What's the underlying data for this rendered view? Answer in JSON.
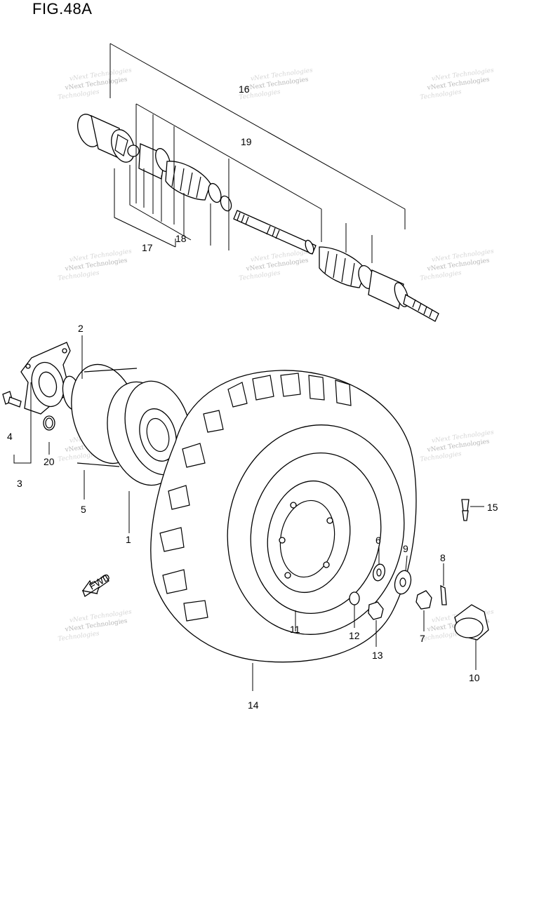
{
  "figure": {
    "title": "FIG.48A"
  },
  "parts": [
    {
      "id": "p1",
      "number": "1"
    },
    {
      "id": "p2",
      "number": "2"
    },
    {
      "id": "p3",
      "number": "3"
    },
    {
      "id": "p4",
      "number": "4"
    },
    {
      "id": "p5",
      "number": "5"
    },
    {
      "id": "p6",
      "number": "6"
    },
    {
      "id": "p7",
      "number": "7"
    },
    {
      "id": "p8",
      "number": "8"
    },
    {
      "id": "p9",
      "number": "9"
    },
    {
      "id": "p10",
      "number": "10"
    },
    {
      "id": "p11",
      "number": "11"
    },
    {
      "id": "p12",
      "number": "12"
    },
    {
      "id": "p13",
      "number": "13"
    },
    {
      "id": "p14",
      "number": "14"
    },
    {
      "id": "p15",
      "number": "15"
    },
    {
      "id": "p16",
      "number": "16"
    },
    {
      "id": "p17",
      "number": "17"
    },
    {
      "id": "p18",
      "number": "18"
    },
    {
      "id": "p19",
      "number": "19"
    },
    {
      "id": "p20",
      "number": "20"
    }
  ],
  "direction_arrow": {
    "label": "FWD",
    "icon": "fwd-arrow-icon"
  },
  "watermark": {
    "line1": "vNext Technologies",
    "line2": "Technologies"
  }
}
